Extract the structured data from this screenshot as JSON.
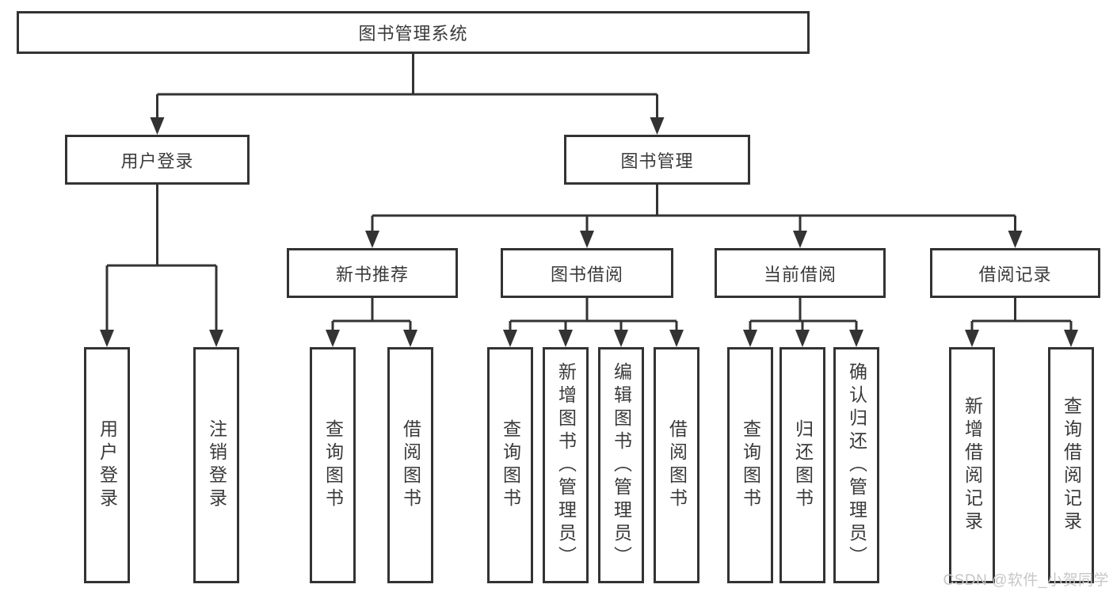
{
  "diagram": {
    "tree": {
      "root": {
        "label": "图书管理系统"
      },
      "branches": [
        {
          "label": "用户登录",
          "children": [
            "用户登录",
            "注销登录"
          ]
        },
        {
          "label": "图书管理",
          "sections": [
            {
              "label": "新书推荐",
              "children": [
                "查询图书",
                "借阅图书"
              ]
            },
            {
              "label": "图书借阅",
              "children": [
                "查询图书",
                "新增图书（管理员）",
                "编辑图书（管理员）",
                "借阅图书"
              ]
            },
            {
              "label": "当前借阅",
              "children": [
                "查询图书",
                "归还图书",
                "确认归还（管理员）"
              ]
            },
            {
              "label": "借阅记录",
              "children": [
                "新增借阅记录",
                "查询借阅记录"
              ]
            }
          ]
        }
      ]
    },
    "colors": {
      "line": "#333333",
      "text": "#3a3a3a",
      "background": "#ffffff",
      "watermark": "#c7c7c7"
    },
    "watermark": "CSDN @软件_小贺同学"
  }
}
